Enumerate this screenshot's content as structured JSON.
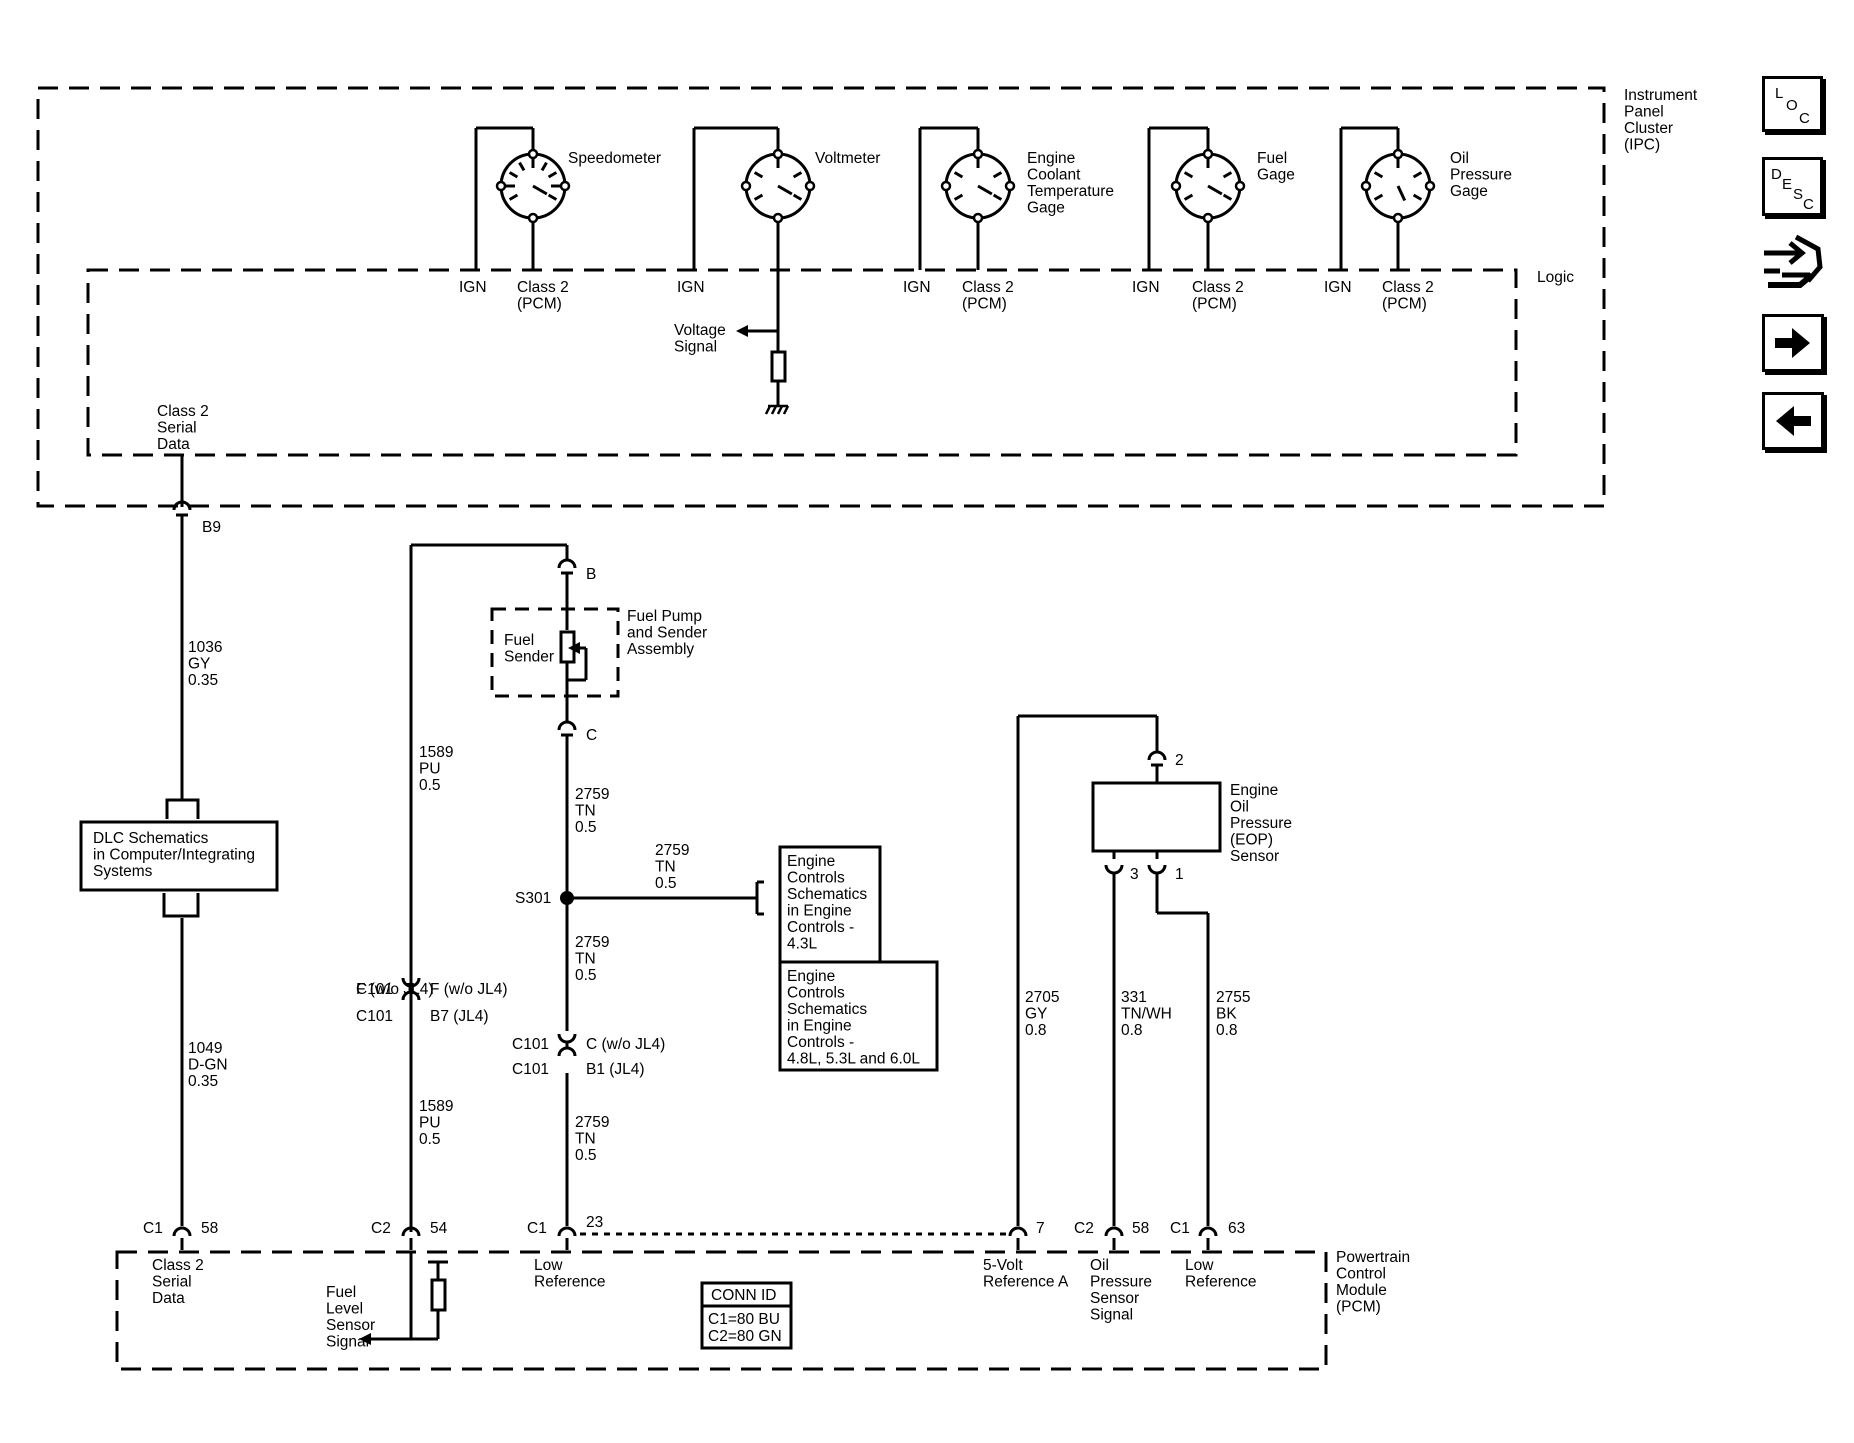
{
  "ipc": {
    "title": [
      "Instrument",
      "Panel",
      "Cluster",
      "(IPC)"
    ],
    "logic_label": "Logic",
    "gauges": [
      {
        "name": [
          "Speedometer"
        ],
        "ign": "IGN",
        "class2": [
          "Class 2",
          "(PCM)"
        ]
      },
      {
        "name": [
          "Voltmeter"
        ],
        "ign": "IGN"
      },
      {
        "name": [
          "Engine",
          "Coolant",
          "Temperature",
          "Gage"
        ],
        "ign": "IGN",
        "class2": [
          "Class 2",
          "(PCM)"
        ]
      },
      {
        "name": [
          "Fuel",
          "Gage"
        ],
        "ign": "IGN",
        "class2": [
          "Class 2",
          "(PCM)"
        ]
      },
      {
        "name": [
          "Oil",
          "Pressure",
          "Gage"
        ],
        "ign": "IGN",
        "class2": [
          "Class 2",
          "(PCM)"
        ]
      }
    ],
    "voltage_signal": [
      "Voltage",
      "Signal"
    ],
    "class2_serial": [
      "Class 2",
      "Serial",
      "Data"
    ]
  },
  "connectors": {
    "b9": "B9",
    "b": "B",
    "c": "C",
    "c101_f": [
      "C101",
      "F (w/o JL4)"
    ],
    "c101_b7": [
      "C101",
      "B7 (JL4)"
    ],
    "c101_c": [
      "C101",
      "C (w/o JL4)"
    ],
    "c101_b1": [
      "C101",
      "B1 (JL4)"
    ],
    "eop_2": "2",
    "eop_3": "3",
    "eop_1": "1",
    "pcm_c1_58": [
      "C1",
      "58"
    ],
    "pcm_c2_54": [
      "C2",
      "54"
    ],
    "pcm_c1_23": [
      "C1",
      "23"
    ],
    "pcm_7": "7",
    "pcm_c2_58": [
      "C2",
      "58"
    ],
    "pcm_c1_63": [
      "C1",
      "63"
    ]
  },
  "wires": {
    "w1036": [
      "1036",
      "GY",
      "0.35"
    ],
    "w1049": [
      "1049",
      "D-GN",
      "0.35"
    ],
    "w1589_upper": [
      "1589",
      "PU",
      "0.5"
    ],
    "w1589_lower": [
      "1589",
      "PU",
      "0.5"
    ],
    "w2759_a": [
      "2759",
      "TN",
      "0.5"
    ],
    "w2759_branch": [
      "2759",
      "TN",
      "0.5"
    ],
    "w2759_b": [
      "2759",
      "TN",
      "0.5"
    ],
    "w2759_c": [
      "2759",
      "TN",
      "0.5"
    ],
    "w2705": [
      "2705",
      "GY",
      "0.8"
    ],
    "w331": [
      "331",
      "TN/WH",
      "0.8"
    ],
    "w2755": [
      "2755",
      "BK",
      "0.8"
    ]
  },
  "splice": "S301",
  "dlc_box": [
    "DLC Schematics",
    "in Computer/Integrating",
    "Systems"
  ],
  "fuel_sender": {
    "inner": [
      "Fuel",
      "Sender"
    ],
    "assembly": [
      "Fuel Pump",
      "and Sender",
      "Assembly"
    ]
  },
  "engine_ref_1": [
    "Engine",
    "Controls",
    "Schematics",
    "in Engine",
    "Controls -",
    "4.3L"
  ],
  "engine_ref_2": [
    "Engine",
    "Controls",
    "Schematics",
    "in Engine",
    "Controls -",
    "4.8L, 5.3L and 6.0L"
  ],
  "eop_sensor": [
    "Engine",
    "Oil",
    "Pressure",
    "(EOP)",
    "Sensor"
  ],
  "pcm": {
    "title": [
      "Powertrain",
      "Control",
      "Module",
      "(PCM)"
    ],
    "class2": [
      "Class 2",
      "Serial",
      "Data"
    ],
    "fuel_level": [
      "Fuel",
      "Level",
      "Sensor",
      "Signal"
    ],
    "low_ref_1": [
      "Low",
      "Reference"
    ],
    "five_volt": [
      "5-Volt",
      "Reference A"
    ],
    "oil_pressure": [
      "Oil",
      "Pressure",
      "Sensor",
      "Signal"
    ],
    "low_ref_2": [
      "Low",
      "Reference"
    ]
  },
  "conn_id": {
    "title": "CONN ID",
    "lines": [
      "C1=80 BU",
      "C2=80 GN"
    ]
  },
  "nav": {
    "loc": [
      "L",
      "O",
      "C"
    ],
    "desc": [
      "D",
      "E",
      "S",
      "C"
    ],
    "icons": [
      "tool-icon",
      "arrow-right-icon",
      "arrow-left-icon"
    ]
  }
}
